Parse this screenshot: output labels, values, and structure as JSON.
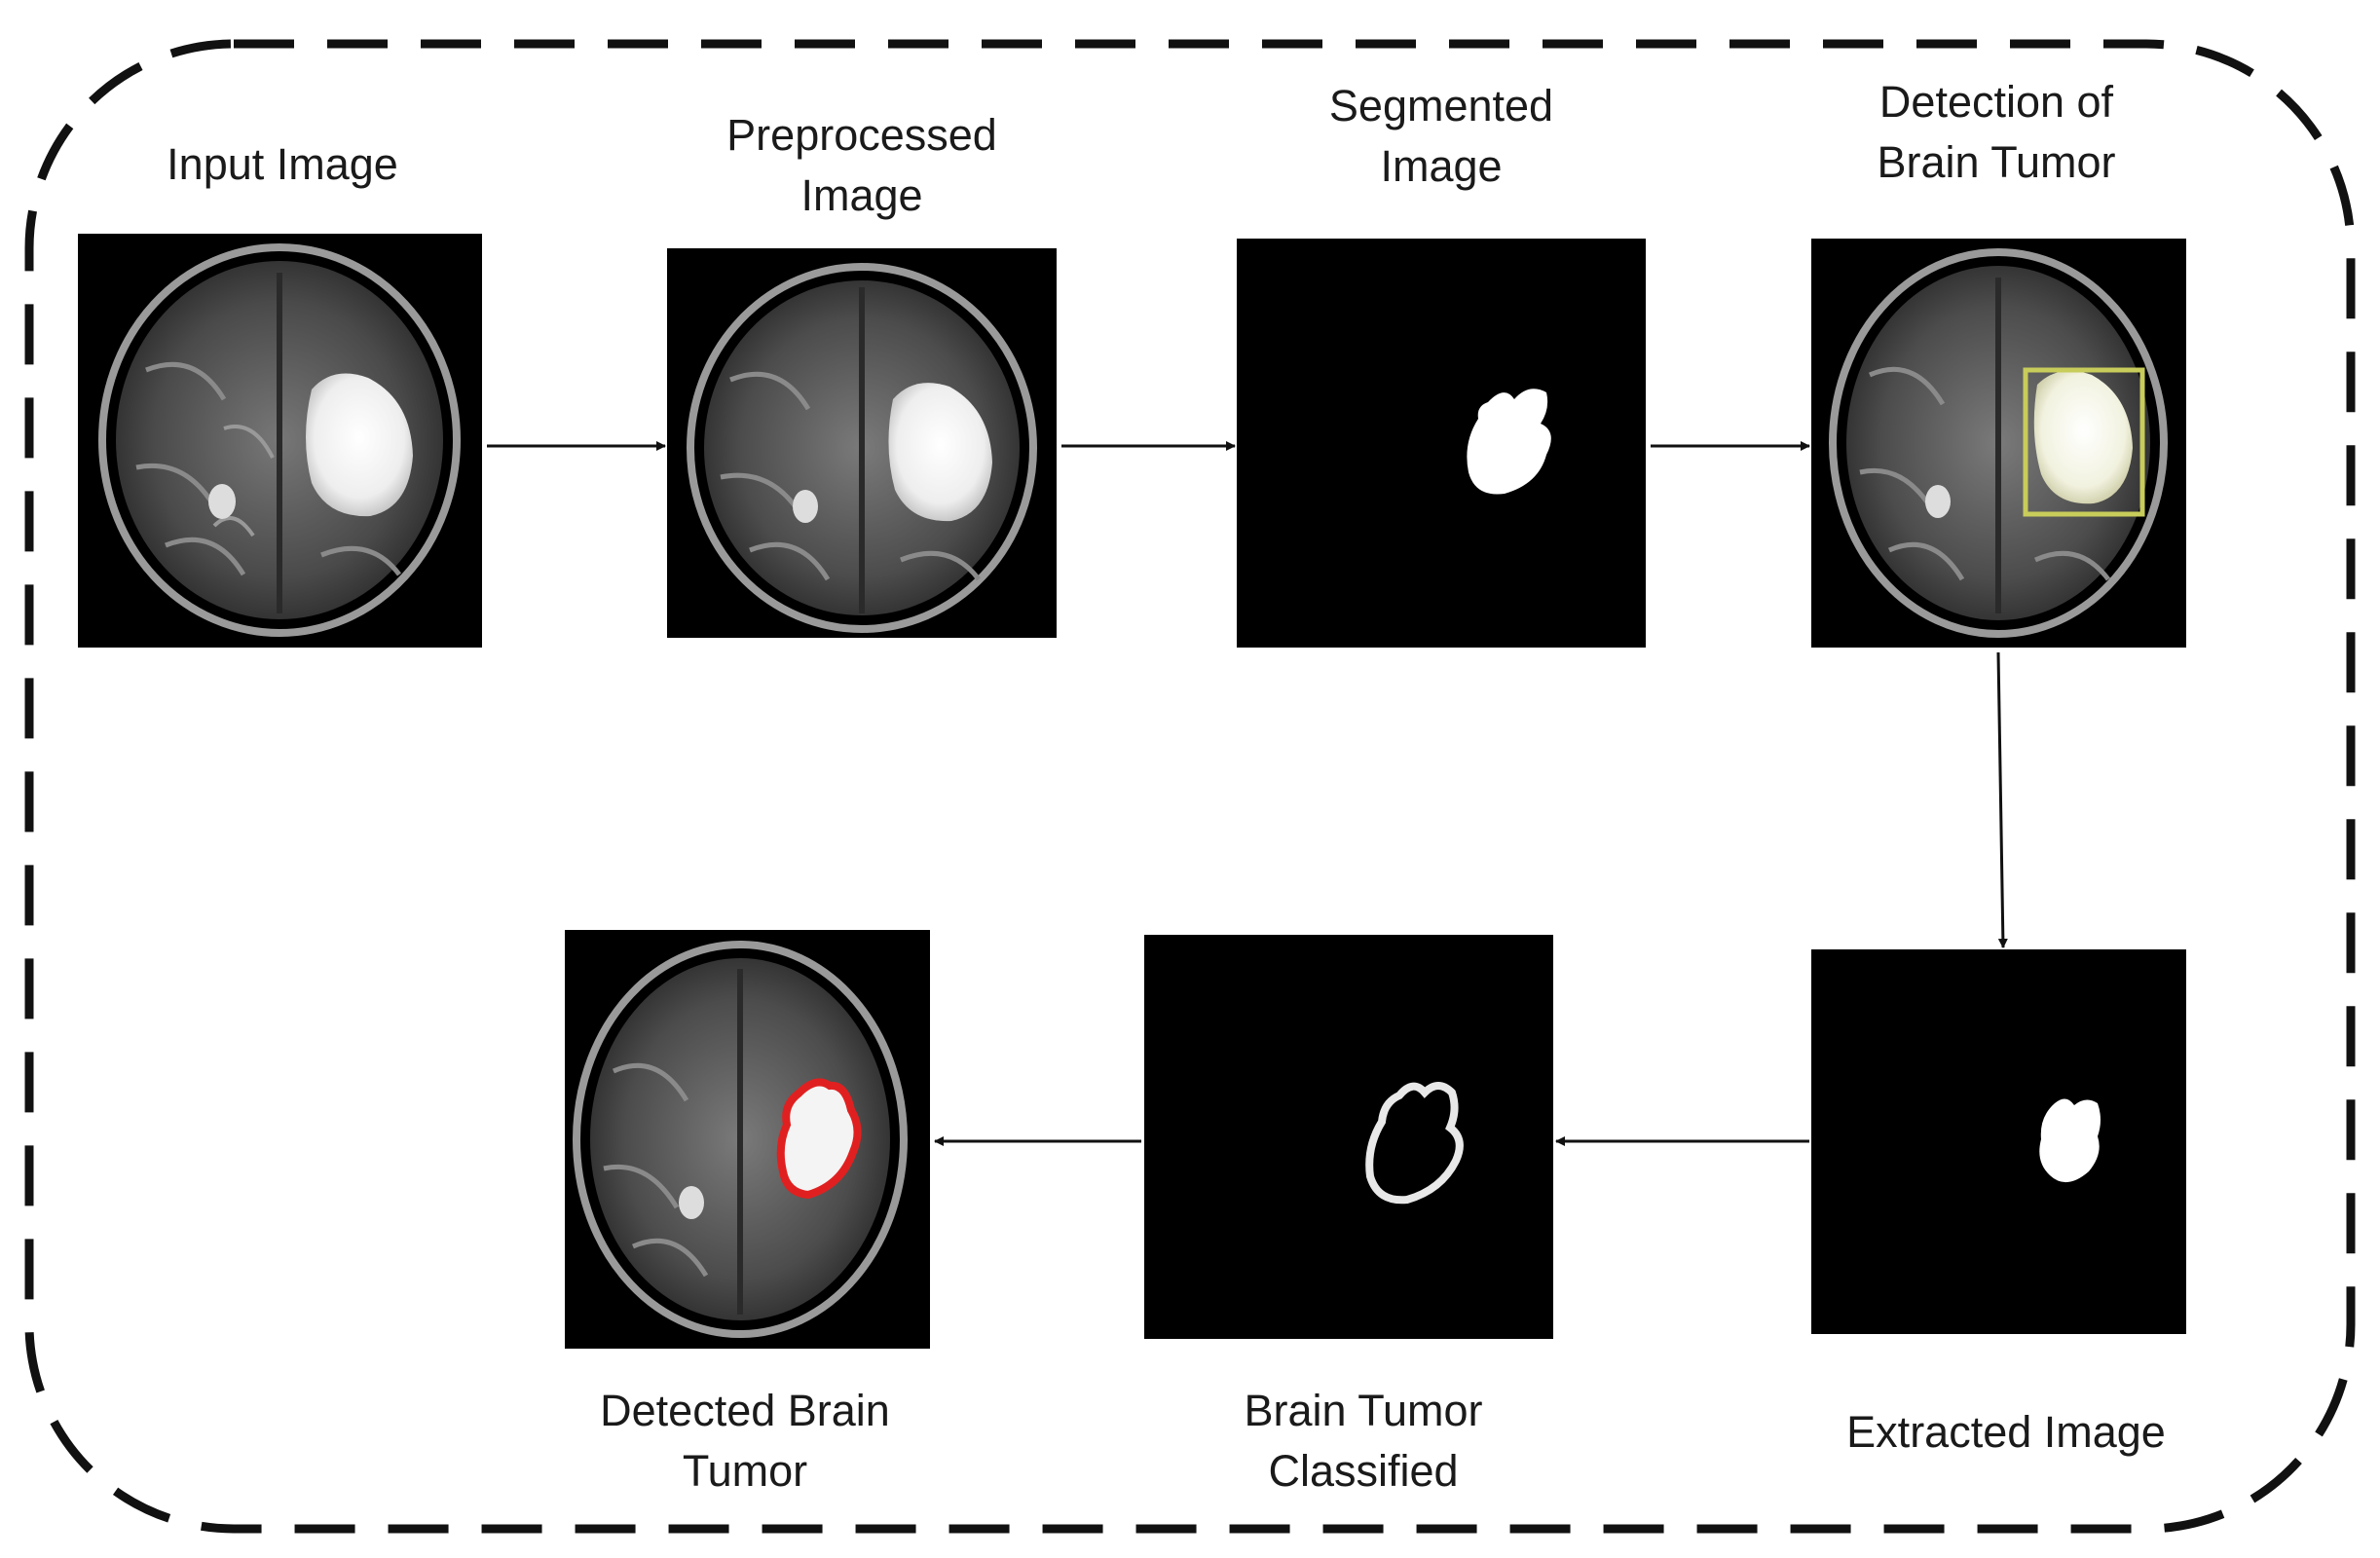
{
  "stages": [
    {
      "id": "input",
      "lines": [
        "Input Image"
      ]
    },
    {
      "id": "preprocessed",
      "lines": [
        "Preprocessed",
        "Image"
      ]
    },
    {
      "id": "segmented",
      "lines": [
        "Segmented",
        "Image"
      ]
    },
    {
      "id": "detection",
      "lines": [
        "Detection of",
        "Brain Tumor"
      ]
    },
    {
      "id": "extracted",
      "lines": [
        "Extracted Image"
      ]
    },
    {
      "id": "classified",
      "lines": [
        "Brain Tumor",
        "Classified"
      ]
    },
    {
      "id": "detected",
      "lines": [
        "Detected Brain",
        "Tumor"
      ]
    }
  ],
  "colors": {
    "frame": "#111111",
    "arrow": "#111111",
    "scan_background": "#000000",
    "tumor": "#ffffff",
    "detection_box": "#c8cc5a",
    "detected_outline": "#e02020"
  }
}
